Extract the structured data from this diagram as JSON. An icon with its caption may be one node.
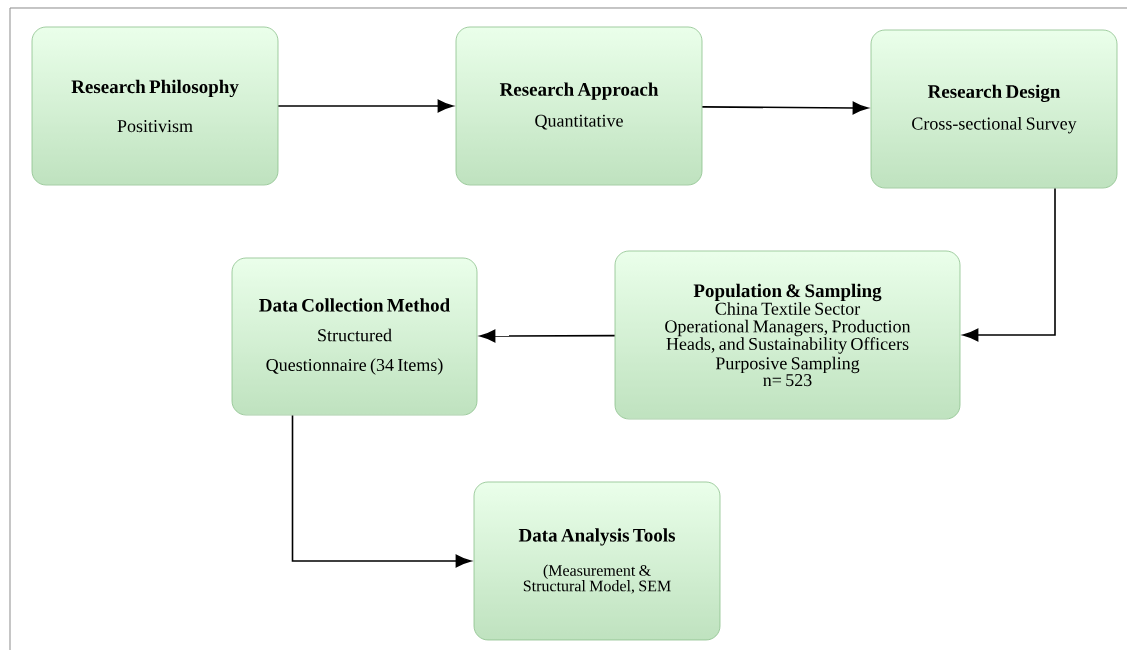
{
  "diagram": {
    "nodes": [
      {
        "text": [
          "Research Philosophy",
          "Positivism"
        ]
      },
      {
        "text": [
          "Research Approach",
          "Quantitative"
        ]
      },
      {
        "text": [
          "Research Design",
          "Cross-sectional Survey"
        ]
      },
      {
        "text": [
          "Population & Sampling",
          "China Textile Sector",
          "Operational Managers, Production Heads, and Sustainability Officers",
          "Purposive Sampling",
          "n= 523"
        ]
      },
      {
        "text": [
          "Data Collection Method",
          "Structured",
          "Questionnaire (34 Items)"
        ]
      },
      {
        "text": [
          "Data Analysis Tools",
          "(Measurement & Structural Model, SEM"
        ]
      }
    ],
    "edges": [
      {
        "from": 0,
        "to": 1,
        "arrow": "to"
      },
      {
        "from": 1,
        "to": 2,
        "arrow": "to"
      },
      {
        "from": 2,
        "to": 3,
        "arrow": "to"
      },
      {
        "from": 3,
        "to": 4,
        "arrow": "to"
      },
      {
        "from": 4,
        "to": 5,
        "arrow": "to"
      }
    ]
  }
}
